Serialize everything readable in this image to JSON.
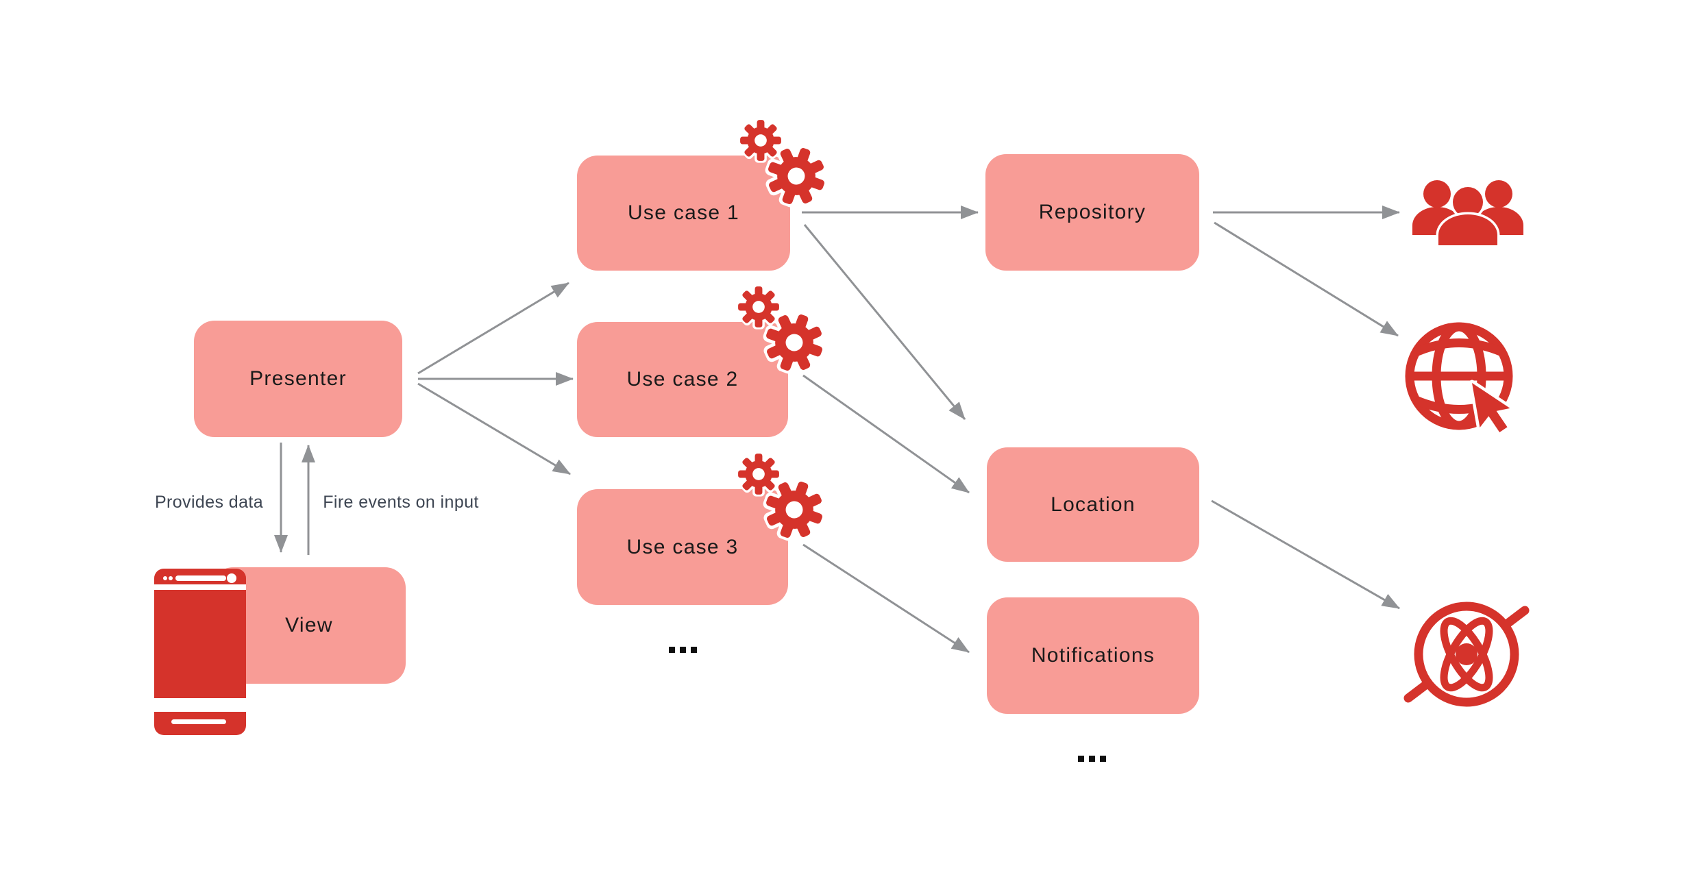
{
  "diagram": {
    "nodes": {
      "presenter": {
        "label": "Presenter"
      },
      "view": {
        "label": "View"
      },
      "usecase1": {
        "label": "Use case 1"
      },
      "usecase2": {
        "label": "Use case 2"
      },
      "usecase3": {
        "label": "Use case 3"
      },
      "repository": {
        "label": "Repository"
      },
      "location": {
        "label": "Location"
      },
      "notifications": {
        "label": "Notifications"
      }
    },
    "edge_labels": {
      "provides_data": "Provides data",
      "fire_events": "Fire events on input"
    },
    "ellipsis": "...",
    "edges": [
      {
        "from": "Presenter",
        "to": "Use case 1"
      },
      {
        "from": "Presenter",
        "to": "Use case 2"
      },
      {
        "from": "Presenter",
        "to": "Use case 3"
      },
      {
        "from": "Presenter",
        "to": "View",
        "label": "Provides data"
      },
      {
        "from": "View",
        "to": "Presenter",
        "label": "Fire events on input"
      },
      {
        "from": "Use case 1",
        "to": "Repository"
      },
      {
        "from": "Use case 1",
        "to": "Location"
      },
      {
        "from": "Use case 2",
        "to": "Location"
      },
      {
        "from": "Use case 3",
        "to": "Notifications"
      },
      {
        "from": "Repository",
        "to": "users-icon"
      },
      {
        "from": "Repository",
        "to": "globe-cursor-icon"
      },
      {
        "from": "Location",
        "to": "atom-icon"
      }
    ],
    "icons": {
      "gears": "gears-icon",
      "users": "users-icon",
      "globe_cursor": "globe-cursor-icon",
      "atom": "atom-icon",
      "smartphone": "smartphone-icon"
    },
    "colors": {
      "node_fill": "#F89C96",
      "icon_red": "#D5332B",
      "arrow_gray": "#909295",
      "edge_label_text": "#3E4653",
      "node_text": "#1A1A1A",
      "background": "#FFFFFF"
    }
  }
}
